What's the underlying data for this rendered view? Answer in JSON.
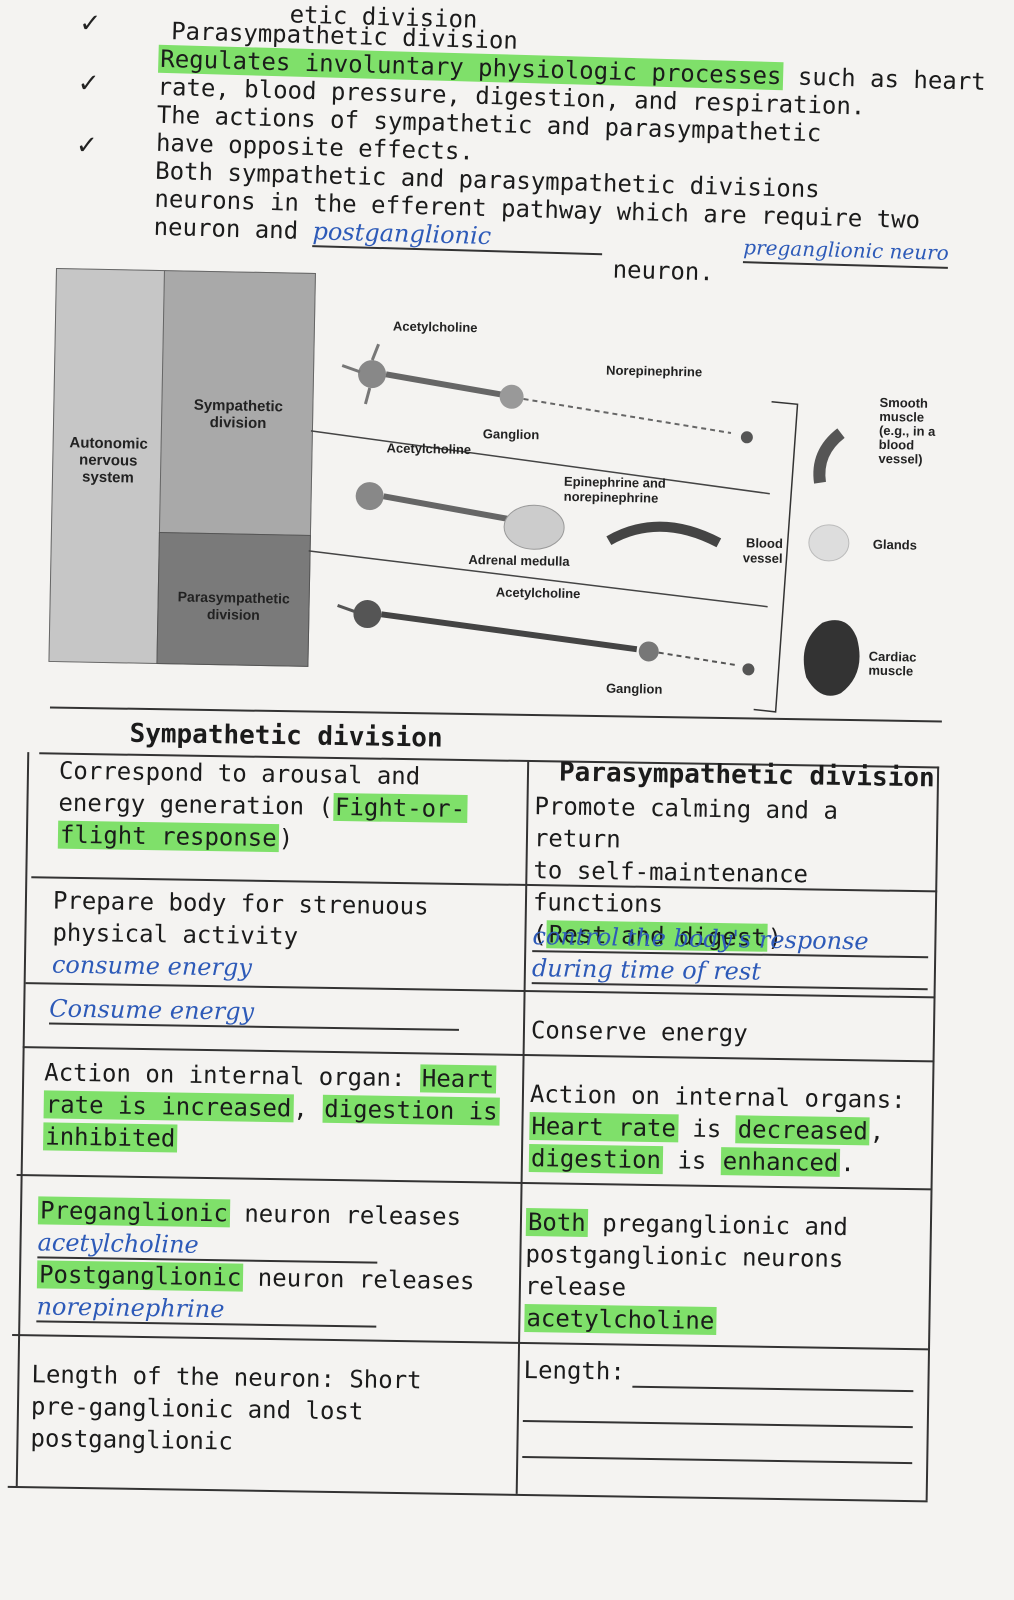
{
  "notes": {
    "title_partial": "etic division",
    "check_marks": [
      "✓",
      "✓",
      "✓"
    ],
    "parasym_heading": "Parasympathetic division",
    "line1_hl": "Regulates involuntary physiologic processes",
    "line1_rest": " such as heart",
    "line2": "rate, blood pressure, digestion, and respiration.",
    "line3": "The actions of sympathetic and parasympathetic",
    "line4": "have opposite effects.",
    "line5": "Both sympathetic and parasympathetic divisions",
    "line6": "neurons in the efferent pathway which are",
    "line6_hand": "preganglionic neuro",
    "line7_pre": "neuron and",
    "line7_hand": "postganglionic",
    "line7_post": "neuron.",
    "line_require": "require two"
  },
  "figure": {
    "ans_label": "Autonomic nervous system",
    "symp_label": "Sympathetic division",
    "para_label": "Parasympathetic division",
    "ach1": "Acetylcholine",
    "norepi": "Norepinephrine",
    "ganglion1": "Ganglion",
    "ach2": "Acetylcholine",
    "epi_norepi": "Epinephrine and norepinephrine",
    "blood_vessel": "Blood vessel",
    "adrenal": "Adrenal medulla",
    "ach3": "Acetylcholine",
    "ganglion2": "Ganglion",
    "smooth": "Smooth muscle (e.g., in a blood vessel)",
    "glands": "Glands",
    "cardiac": "Cardiac muscle"
  },
  "table": {
    "head_symp": "Sympathetic division",
    "head_para": "Parasympathetic division",
    "r1_symp_a": "Correspond to arousal and",
    "r1_symp_b": "energy generation (",
    "r1_symp_hl1": "Fight-or-",
    "r1_symp_hl2": "flight response",
    "r1_symp_c": ")",
    "r1_para_a": "Promote calming and a return",
    "r1_para_b": "to self-maintenance functions",
    "r1_para_c": "(",
    "r1_para_hl": "Rest and digest",
    "r1_para_d": ")",
    "r2_symp_a": "Prepare body for strenuous",
    "r2_symp_b": "physical activity",
    "r2_symp_hand": "consume energy",
    "r2_para_hand1": "control the body's response",
    "r2_para_hand2": "during time of rest",
    "r3_symp_hand": "Consume energy",
    "r3_para": "Conserve energy",
    "r4_symp_a": "Action on internal organ: ",
    "r4_symp_hl1": "Heart",
    "r4_symp_hl2": "rate is increased",
    "r4_symp_b": ", ",
    "r4_symp_hl3": "digestion is",
    "r4_symp_hl4": "inhibited",
    "r4_para_a": "Action on internal organs:",
    "r4_para_hl1": "Heart rate",
    "r4_para_b": " is ",
    "r4_para_hl2": "decreased",
    "r4_para_c": ",",
    "r4_para_hl3": "digestion",
    "r4_para_d": " is ",
    "r4_para_hl4": "enhanced",
    "r4_para_e": ".",
    "r5_symp_hl1": "Preganglionic",
    "r5_symp_a": " neuron releases",
    "r5_symp_hand1": "acetylcholine",
    "r5_symp_hl2": "Postganglionic",
    "r5_symp_b": " neuron releases",
    "r5_symp_hand2": "norepinephrine",
    "r5_para_hl1": "Both",
    "r5_para_a": " preganglionic and",
    "r5_para_b": "postganglionic neurons release",
    "r5_para_hl2": "acetylcholine",
    "r6_symp_a": "Length of the neuron: Short",
    "r6_symp_b": "pre-ganglionic and lost",
    "r6_symp_c": "postganglionic",
    "r6_para": "Length:"
  },
  "colors": {
    "highlight": "#7fe06a",
    "ink": "#2d5ab8"
  }
}
